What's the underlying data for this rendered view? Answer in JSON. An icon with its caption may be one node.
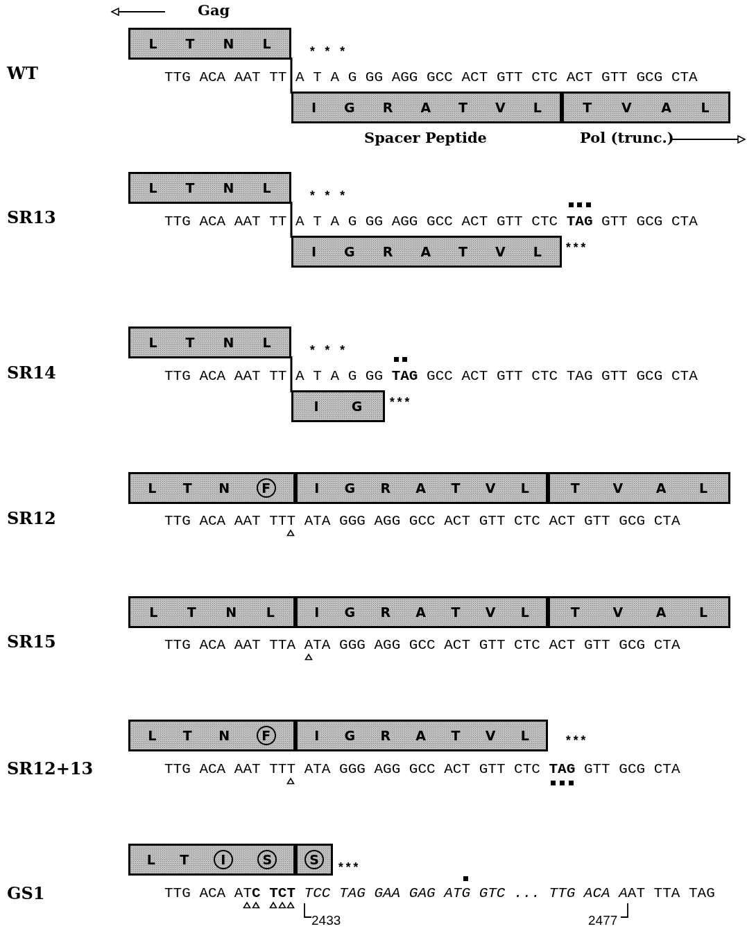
{
  "diagram": {
    "nodes": [
      {
        "text": [
          "L",
          "T",
          "N",
          "L"
        ]
      },
      {
        "text": [
          "I",
          "G",
          "R",
          "A",
          "T",
          "V",
          "L"
        ]
      },
      {
        "text": [
          "T",
          "V",
          "A",
          "L"
        ]
      },
      {
        "text": [
          "L",
          "T",
          "N",
          "L"
        ]
      },
      {
        "text": [
          "I",
          "G",
          "R",
          "A",
          "T",
          "V",
          "L"
        ]
      },
      {
        "text": [
          "L",
          "T",
          "N",
          "L"
        ]
      },
      {
        "text": [
          "I",
          "G"
        ]
      },
      {
        "text": [
          "L",
          "T",
          "N",
          "F"
        ]
      },
      {
        "text": [
          "I",
          "G",
          "R",
          "A",
          "T",
          "V",
          "L"
        ]
      },
      {
        "text": [
          "T",
          "V",
          "A",
          "L"
        ]
      },
      {
        "text": [
          "L",
          "T",
          "N",
          "L"
        ]
      },
      {
        "text": [
          "I",
          "G",
          "R",
          "A",
          "T",
          "V",
          "L"
        ]
      },
      {
        "text": [
          "T",
          "V",
          "A",
          "L"
        ]
      },
      {
        "text": [
          "L",
          "T",
          "N",
          "F"
        ]
      },
      {
        "text": [
          "I",
          "G",
          "R",
          "A",
          "T",
          "V",
          "L"
        ]
      },
      {
        "text": [
          "L",
          "T",
          "I",
          "S"
        ]
      },
      {
        "text": [
          "S"
        ]
      }
    ],
    "labels": [
      "Gag",
      "* * *",
      "WT",
      "TTG ACA AAT TT A T A G GG AGG GCC ACT GTT CTC ACT GTT GCG CTA",
      "Spacer Peptide",
      "Pol (trunc.)",
      "* * *",
      "SR13",
      "TTG ACA AAT TT A T A G GG AGG GCC ACT GTT CTC **TAG** GTT GCG CTA",
      "***",
      "* * *",
      "SR14",
      "TTG ACA AAT TT A T A G GG **TAG** GCC ACT GTT CTC TAG GTT GCG CTA",
      "***",
      "SR12",
      "TTG ACA AAT TTT ATA GGG AGG GCC ACT GTT CTC ACT GTT GCG CTA",
      "SR15",
      "TTG ACA AAT TTA ATA GGG AGG GCC ACT GTT CTC ACT GTT GCG CTA",
      "***",
      "SR12+13",
      "TTG ACA AAT TTT ATA GGG AGG GCC ACT GTT CTC **TAG** GTT GCG CTA",
      "***",
      "GS1",
      "TTG ACA AT**C** **TCT**",
      "TCC TAG GAA GAG ATG GTC ... TTG ACA A",
      "AT TTA TAG",
      "2433",
      "2477"
    ]
  }
}
